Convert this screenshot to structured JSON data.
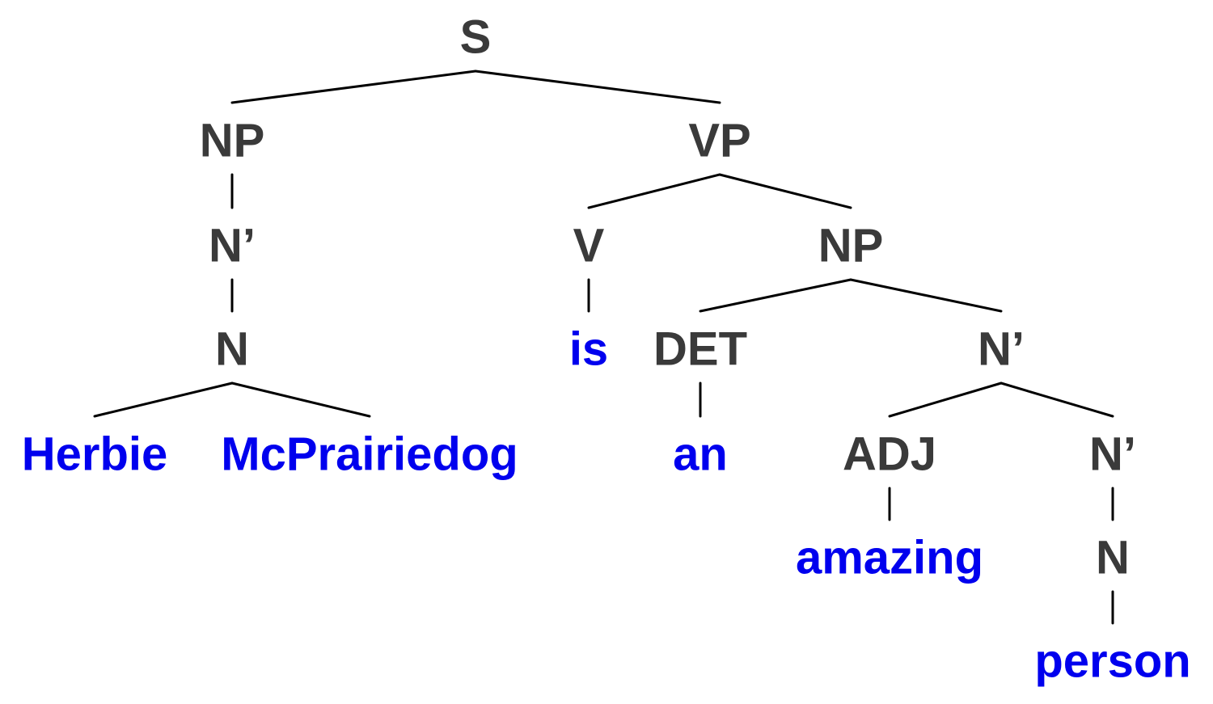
{
  "colors": {
    "category": "#3a3a3a",
    "word": "#0000ee",
    "edge": "#000000"
  },
  "tree": {
    "root": {
      "label": "S",
      "type": "category",
      "children": [
        {
          "label": "NP",
          "type": "category",
          "children": [
            {
              "label": "N’",
              "type": "category",
              "children": [
                {
                  "label": "N",
                  "type": "category",
                  "children": [
                    {
                      "label": "Herbie",
                      "type": "word",
                      "children": []
                    },
                    {
                      "label": "McPrairiedog",
                      "type": "word",
                      "children": []
                    }
                  ]
                }
              ]
            }
          ]
        },
        {
          "label": "VP",
          "type": "category",
          "children": [
            {
              "label": "V",
              "type": "category",
              "children": [
                {
                  "label": "is",
                  "type": "word",
                  "children": []
                }
              ]
            },
            {
              "label": "NP",
              "type": "category",
              "children": [
                {
                  "label": "DET",
                  "type": "category",
                  "children": [
                    {
                      "label": "an",
                      "type": "word",
                      "children": []
                    }
                  ]
                },
                {
                  "label": "N’",
                  "type": "category",
                  "children": [
                    {
                      "label": "ADJ",
                      "type": "category",
                      "children": [
                        {
                          "label": "amazing",
                          "type": "word",
                          "children": []
                        }
                      ]
                    },
                    {
                      "label": "N’",
                      "type": "category",
                      "children": [
                        {
                          "label": "N",
                          "type": "category",
                          "children": [
                            {
                              "label": "person",
                              "type": "word",
                              "children": []
                            }
                          ]
                        }
                      ]
                    }
                  ]
                }
              ]
            }
          ]
        }
      ]
    }
  }
}
